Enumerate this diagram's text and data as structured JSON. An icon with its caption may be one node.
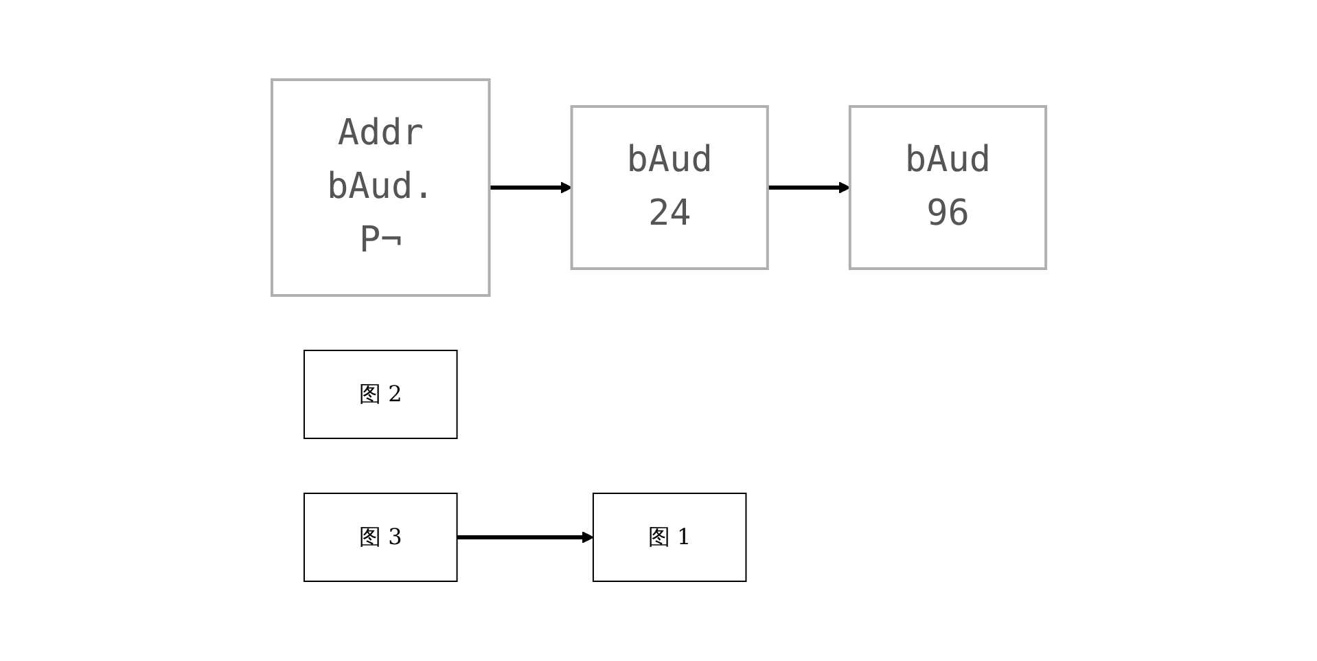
{
  "diagram": {
    "nodes": [
      {
        "text": [
          "Addr",
          "bAud.",
          "P¬"
        ]
      },
      {
        "text": [
          "bAud",
          "24"
        ]
      },
      {
        "text": [
          "bAud",
          "96"
        ]
      },
      {
        "text": [
          "图 1"
        ]
      },
      {
        "text": [
          "图 2"
        ]
      },
      {
        "text": [
          "图 3"
        ]
      }
    ],
    "edges": [
      {
        "from": 0,
        "to": 1,
        "arrow": "to"
      },
      {
        "from": 1,
        "to": 2,
        "arrow": "to"
      },
      {
        "from": 5,
        "to": 3,
        "arrow": "to"
      }
    ]
  }
}
